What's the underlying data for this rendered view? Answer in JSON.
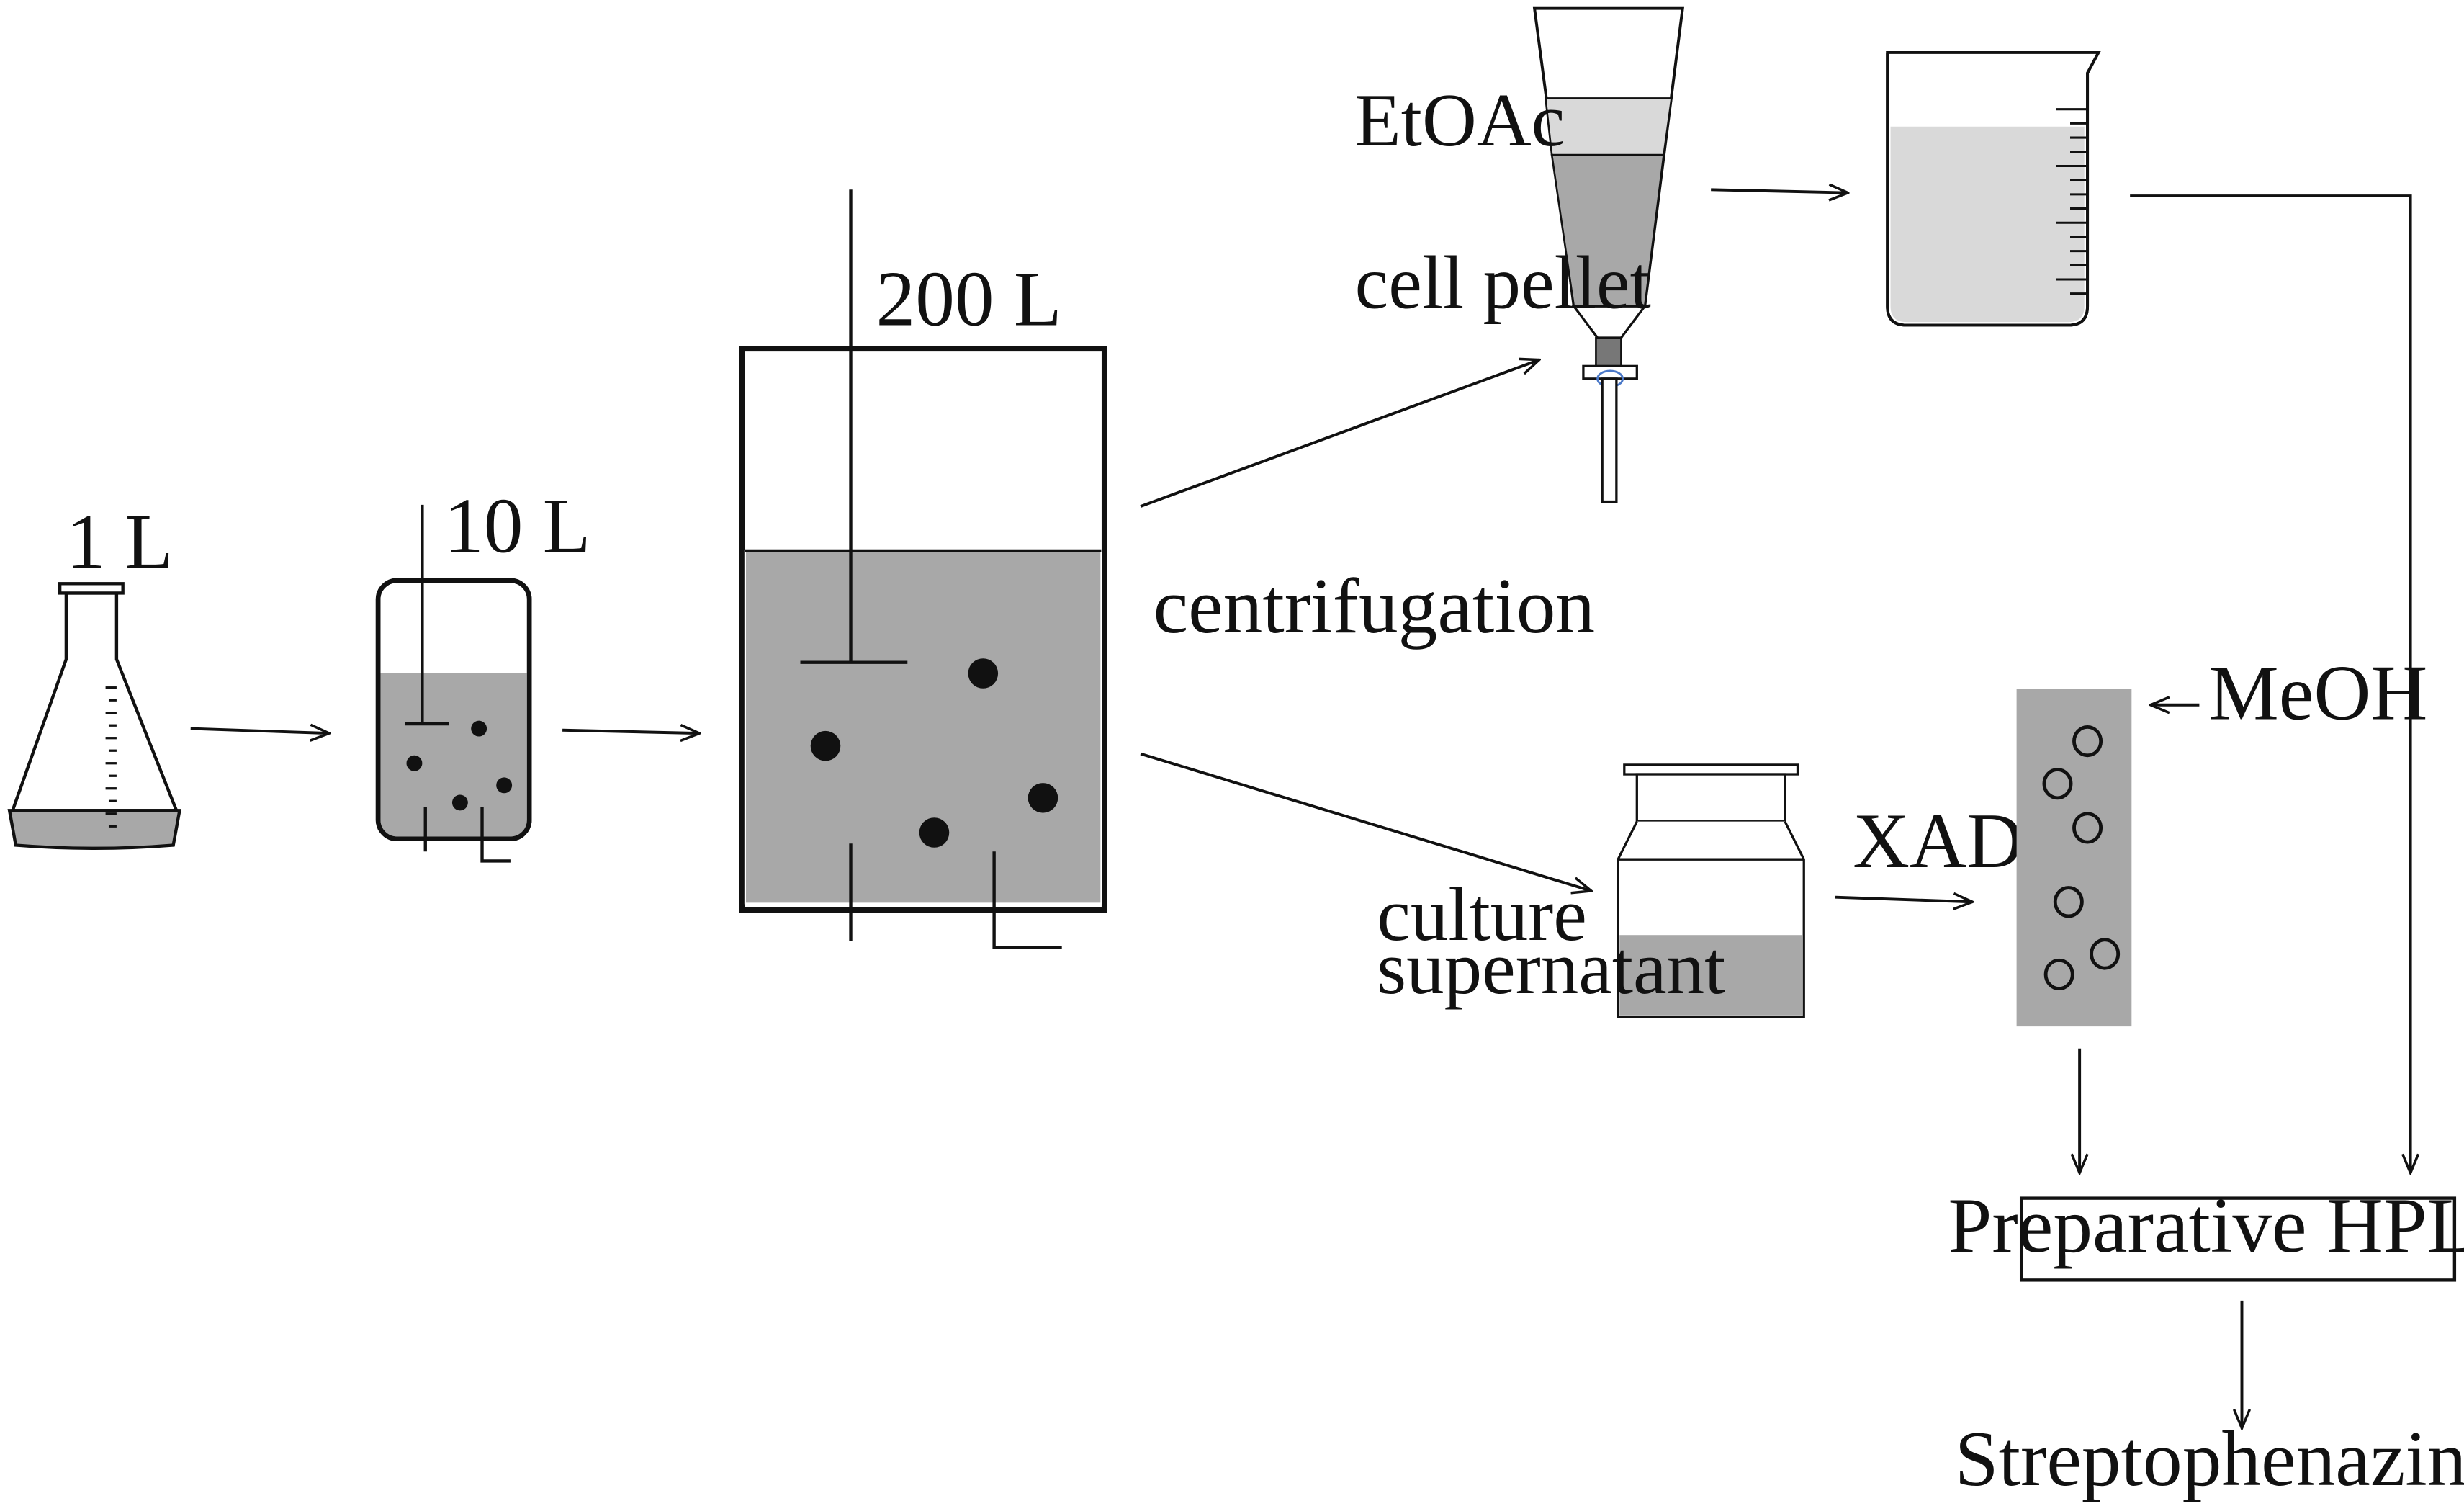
{
  "labels": {
    "flask_volume": "1 L",
    "small_fermenter_volume": "10 L",
    "large_fermenter_volume": "200 L",
    "centrifugation": "centrifugation",
    "solvent_extraction": "EtOAc",
    "cell_pellet": "cell pellet",
    "culture_line1": "culture",
    "culture_line2": "supernatant",
    "resin": "XAD",
    "eluent": "MeOH",
    "hplc": "Preparative HPLC",
    "product": "Streptophenazines"
  },
  "colors": {
    "liquid": "#a8a8a8",
    "light_liquid": "#d9d9d9",
    "line": "#111111"
  }
}
